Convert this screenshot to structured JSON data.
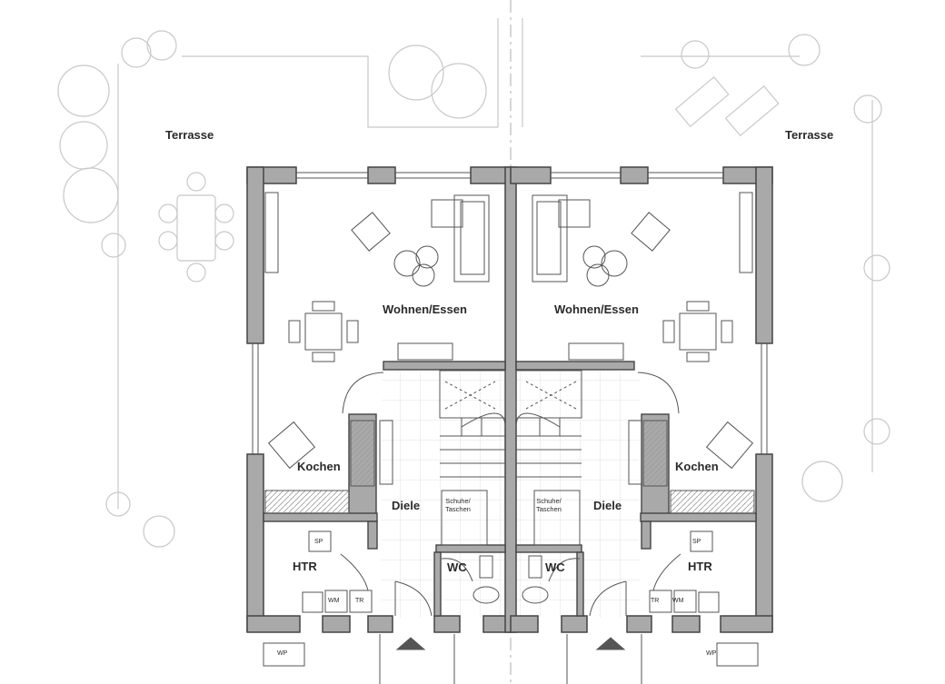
{
  "plan": {
    "terrace_left": "Terrasse",
    "terrace_right": "Terrasse",
    "living_left": "Wohnen/Essen",
    "living_right": "Wohnen/Essen",
    "kitchen_left": "Kochen",
    "kitchen_right": "Kochen",
    "hall_left": "Diele",
    "hall_right": "Diele",
    "wc_left": "WC",
    "wc_right": "WC",
    "utility_left": "HTR",
    "utility_right": "HTR",
    "storage_left_1": "Schuhe/",
    "storage_left_2": "Taschen",
    "storage_right_1": "Schuhe/",
    "storage_right_2": "Taschen",
    "sp_left": "SP",
    "sp_right": "SP",
    "wm_left": "WM",
    "wm_right": "WM",
    "tr_left": "TR",
    "tr_right": "TR",
    "wp_left": "WP",
    "wp_right": "WP"
  },
  "colors": {
    "wall_fill": "#a9a9a9",
    "wall_stroke": "#444444",
    "line": "#555555",
    "light": "#c8c8c8"
  }
}
